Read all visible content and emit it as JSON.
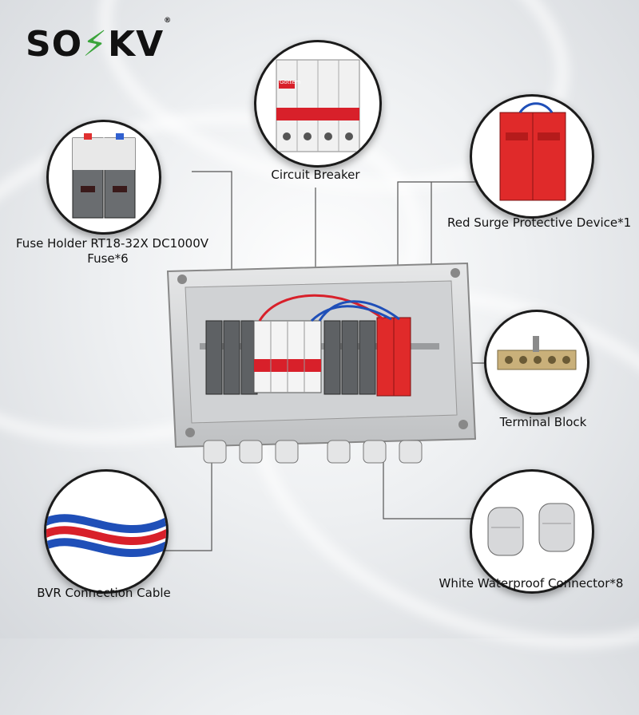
{
  "brand": {
    "logo_text_left": "SO",
    "logo_text_right": "KV",
    "registered": "®"
  },
  "components": {
    "circuit_breaker": {
      "label": "Circuit Breaker",
      "brand_mark": "Gottem"
    },
    "fuse_holder": {
      "label_line1": "Fuse Holder RT18-32X DC1000V",
      "label_line2": "Fuse*6"
    },
    "surge_protector": {
      "label": "Red Surge Protective Device*1"
    },
    "terminal_block": {
      "label": "Terminal Block"
    },
    "cable": {
      "label": "BVR Connection Cable"
    },
    "connector": {
      "label": "White Waterproof Connector*8"
    }
  },
  "colors": {
    "breaker_red": "#d8202a",
    "spd_red": "#e02a2a",
    "enclosure": "#d9dadb",
    "cable_blue": "#1f4fb8",
    "bolt_green": "#3aa43a"
  }
}
